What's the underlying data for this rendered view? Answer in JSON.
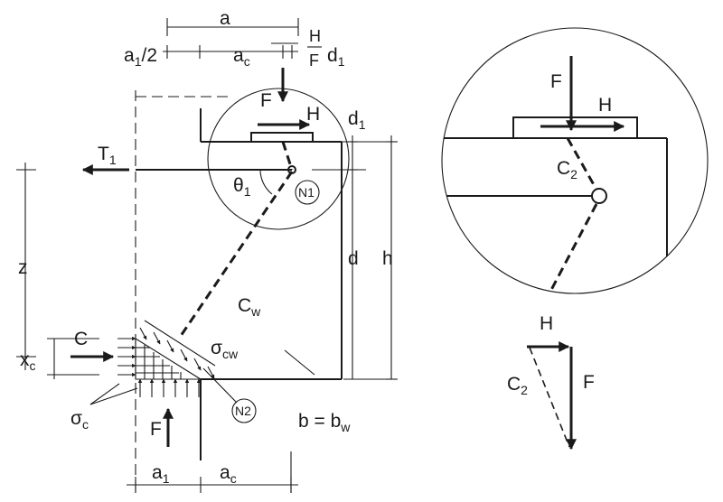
{
  "diagram": {
    "dims": {
      "a": "a",
      "a1_half": "a",
      "a1_half_sub": "1",
      "a1_half_tail": "/2",
      "ac_top": "a",
      "ac_top_sub": "c",
      "hf_h": "H",
      "hf_f": "F",
      "d1_top": "d",
      "d1_top_sub": "1",
      "d1_right": "d",
      "d1_right_sub": "1",
      "d": "d",
      "h": "h",
      "z": "z",
      "xc": "x",
      "xc_sub": "c",
      "a1_bottom": "a",
      "a1_bottom_sub": "1",
      "ac_bottom": "a",
      "ac_bottom_sub": "c"
    },
    "forces": {
      "F_top": "F",
      "H_top": "H",
      "T1": "T",
      "T1_sub": "1",
      "C": "C",
      "F_bottom": "F",
      "Cw": "C",
      "Cw_sub": "w",
      "sigma_cw": "σ",
      "sigma_cw_sub": "cw",
      "sigma_c": "σ",
      "sigma_c_sub": "c",
      "theta1": "θ",
      "theta1_sub": "1",
      "b_bw": "b = b",
      "b_bw_sub": "w"
    },
    "nodes": {
      "N1": "N1",
      "N2": "N2"
    },
    "detail": {
      "F": "F",
      "H": "H",
      "C2": "C",
      "C2_sub": "2"
    },
    "triangle": {
      "H": "H",
      "C2": "C",
      "C2_sub": "2",
      "F": "F"
    }
  }
}
